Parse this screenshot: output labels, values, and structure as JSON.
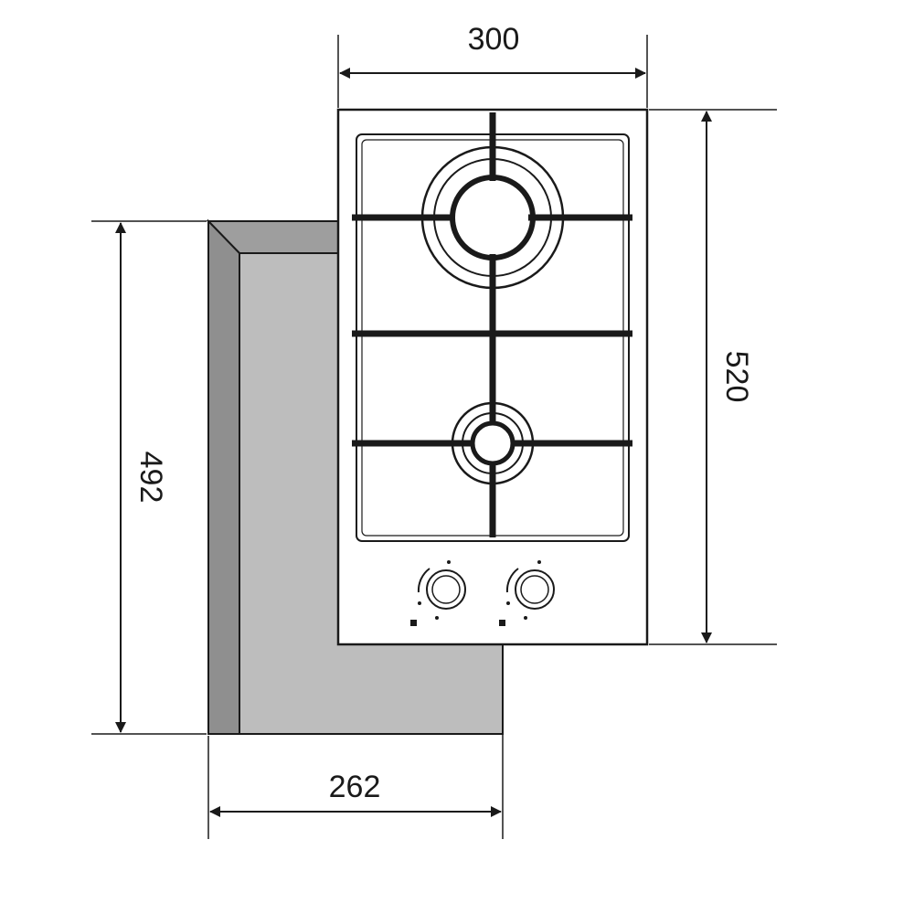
{
  "dimensions": {
    "hob_width": "300",
    "hob_depth": "520",
    "cutout_width": "262",
    "cutout_depth": "492"
  },
  "hob": {
    "burners": [
      "large-burner",
      "small-burner"
    ],
    "knob_count": 2
  },
  "colors": {
    "line": "#1a1a1a",
    "cutout_fill": "#bdbdbd",
    "cutout_bevel": "#9e9e9e",
    "hob_fill": "#ffffff"
  }
}
